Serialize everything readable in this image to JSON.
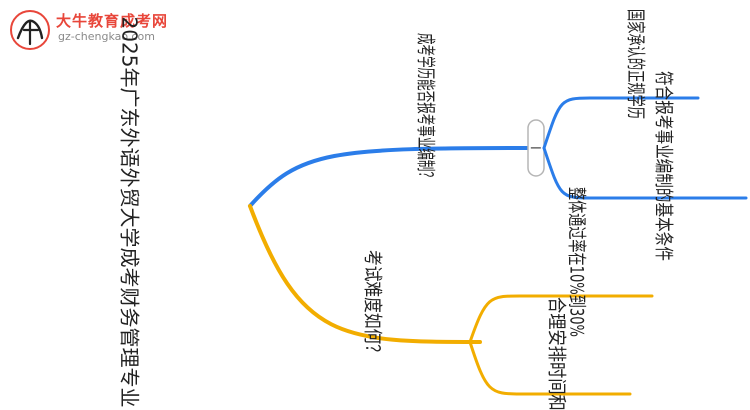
{
  "watermark": {
    "title": "大牛教育成考网",
    "url": "gz-chengkao.com"
  },
  "mindmap": {
    "root": "2025年广东外语外贸大学成考财务管理专业",
    "branches": [
      {
        "label": "成考学历能否报考事业编制？",
        "color": "#2b7de9",
        "collapse_symbol": "−",
        "children": [
          "国家承认的正规学历",
          "符合报考事业编制的基本条件"
        ]
      },
      {
        "label": "考试难度如何？",
        "color": "#f2ad00",
        "children": [
          "整体通过率在10%到30%",
          "合理安排时间和复"
        ]
      }
    ]
  },
  "colors": {
    "branch_top": "#2b7de9",
    "branch_bottom": "#f2ad00",
    "text": "#222222"
  }
}
